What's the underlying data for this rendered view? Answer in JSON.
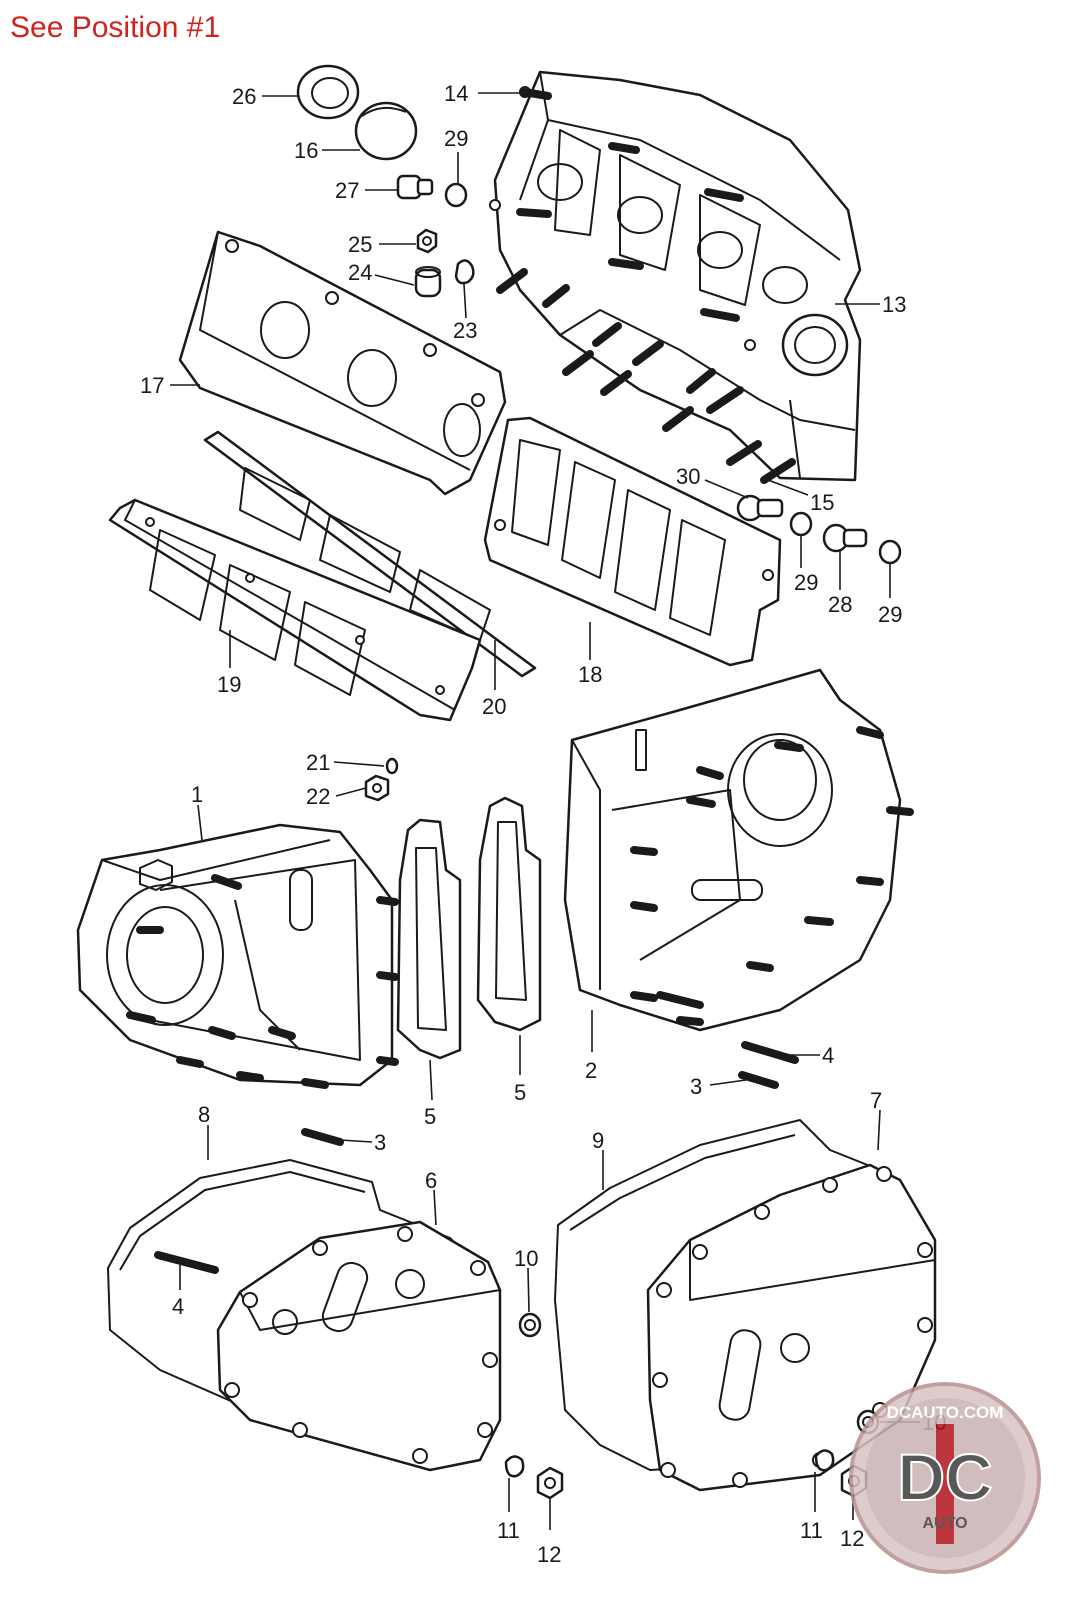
{
  "header": {
    "text": "See Position #1",
    "color": "#d0231f"
  },
  "labels": {
    "l1": "1",
    "l2": "2",
    "l3a": "3",
    "l3b": "3",
    "l4a": "4",
    "l4b": "4",
    "l5a": "5",
    "l5b": "5",
    "l6": "6",
    "l7": "7",
    "l8": "8",
    "l9": "9",
    "l10a": "10",
    "l10b": "10",
    "l11a": "11",
    "l11b": "11",
    "l12a": "12",
    "l12b": "12",
    "l13": "13",
    "l14": "14",
    "l15": "15",
    "l16": "16",
    "l17": "17",
    "l18": "18",
    "l19": "19",
    "l20": "20",
    "l21": "21",
    "l22": "22",
    "l23": "23",
    "l24": "24",
    "l25": "25",
    "l26": "26",
    "l27": "27",
    "l28": "28",
    "l29a": "29",
    "l29b": "29",
    "l29c": "29",
    "l30": "30"
  },
  "watermark": {
    "site": "DCAUTO.COM",
    "mark": "DC",
    "word": "AUTO",
    "ring_color": "#c9a0a0",
    "accent": "#b3141c"
  }
}
